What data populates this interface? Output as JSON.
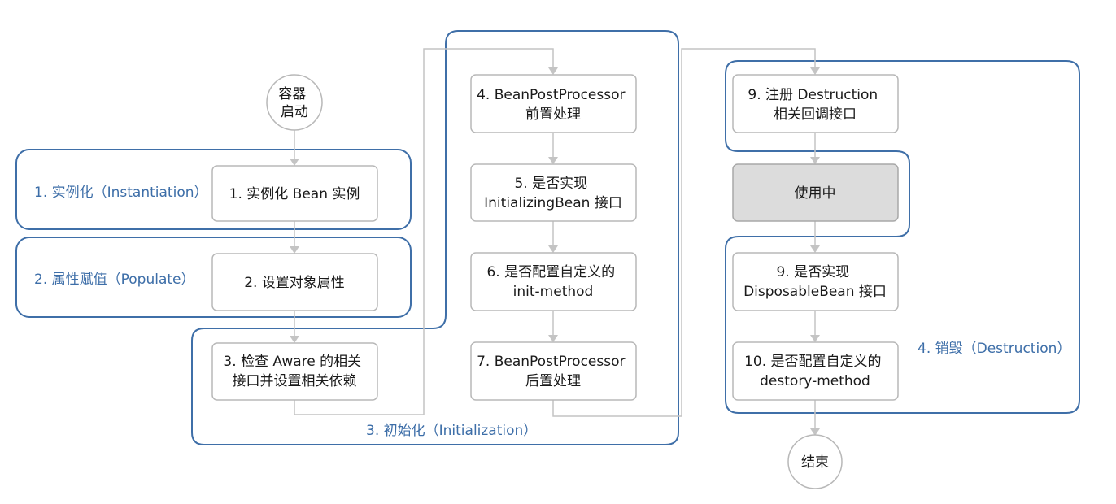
{
  "terminals": {
    "start": [
      "容器",
      "启动"
    ],
    "end": [
      "结束"
    ]
  },
  "steps": {
    "s1": [
      "1. 实例化 Bean 实例"
    ],
    "s2": [
      "2. 设置对象属性"
    ],
    "s3": [
      "3. 检查 Aware 的相关",
      "接口并设置相关依赖"
    ],
    "s4": [
      "4. BeanPostProcessor",
      "前置处理"
    ],
    "s5": [
      "5. 是否实现",
      "InitializingBean 接口"
    ],
    "s6": [
      "6. 是否配置自定义的",
      "init-method"
    ],
    "s7": [
      "7. BeanPostProcessor",
      "后置处理"
    ],
    "s9a": [
      "9. 注册 Destruction",
      "相关回调接口"
    ],
    "inuse": [
      "使用中"
    ],
    "s9b": [
      "9. 是否实现",
      "DisposableBean 接口"
    ],
    "s10": [
      "10. 是否配置自定义的",
      "destory-method"
    ]
  },
  "groups": {
    "instantiation": "1. 实例化（Instantiation）",
    "populate": "2. 属性赋值（Populate）",
    "initialization": "3. 初始化（Initialization）",
    "destruction": "4. 销毁（Destruction）"
  },
  "colors": {
    "region_border": "#3f6fa8",
    "group_label": "#3d6ea8",
    "box_border": "#b8b8b8",
    "highlight_fill": "#dcdcdc",
    "connector": "#c4c4c4"
  }
}
